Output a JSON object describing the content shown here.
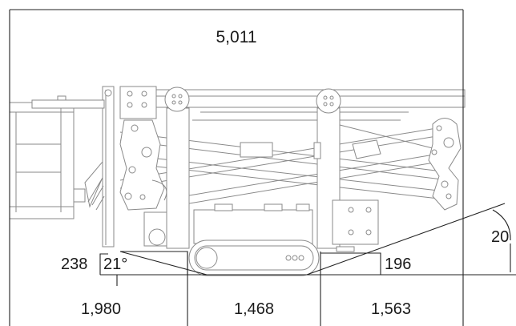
{
  "dimensions": {
    "overall_length": "5,011",
    "left_height": "238",
    "approach_angle": "21°",
    "right_height": "196",
    "angle_right": "20",
    "segment_left": "1,980",
    "segment_middle": "1,468",
    "segment_right": "1,563"
  }
}
